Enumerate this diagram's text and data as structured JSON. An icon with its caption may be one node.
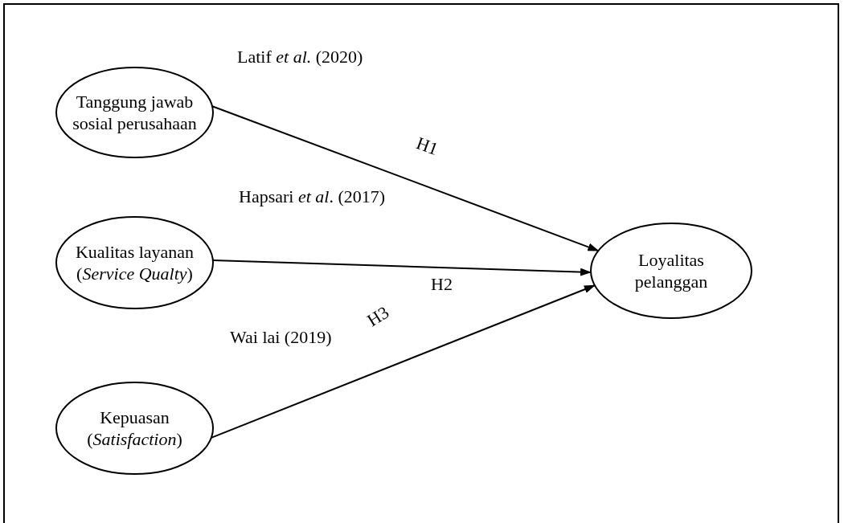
{
  "diagram": {
    "nodes": [
      {
        "text": [
          "Tanggung jawab sosial perusahaan"
        ],
        "beside": [
          "Latif *et al.* (2020)"
        ]
      },
      {
        "text": [
          "Kualitas layanan (*Service Qualty*)"
        ],
        "beside": [
          "Hapsari *et al*. (2017)"
        ]
      },
      {
        "text": [
          "Kepuasan (*Satisfaction*)"
        ],
        "beside": [
          "Wai lai (2019)"
        ]
      },
      {
        "text": [
          "Loyalitas pelanggan"
        ]
      }
    ],
    "edges": [
      {
        "from": 0,
        "to": 3,
        "arrow": "to",
        "label": "H1"
      },
      {
        "from": 1,
        "to": 3,
        "arrow": "to",
        "label": "H2"
      },
      {
        "from": 2,
        "to": 3,
        "arrow": "to",
        "label": "H3"
      }
    ]
  }
}
